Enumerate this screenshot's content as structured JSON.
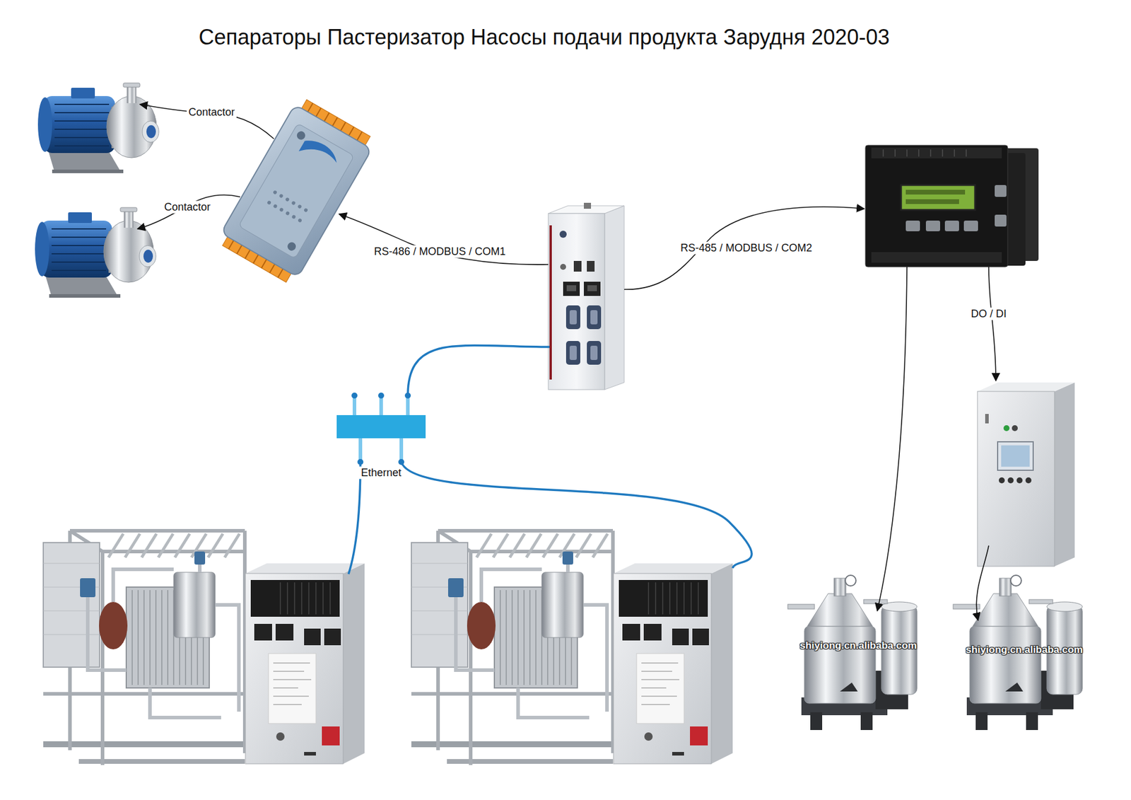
{
  "diagram": {
    "title": "Сепараторы Пастеризатор Насосы подачи продукта Зарудня 2020-03",
    "labels": [
      "Contactor",
      "Contactor",
      "RS-486 / MODBUS / COM1",
      "RS-485 / MODBUS / COM2",
      "DO / DI",
      "Ethernet",
      "shiyiong.cn.alibaba.com",
      "shiyiong.cn.alibaba.com"
    ]
  }
}
